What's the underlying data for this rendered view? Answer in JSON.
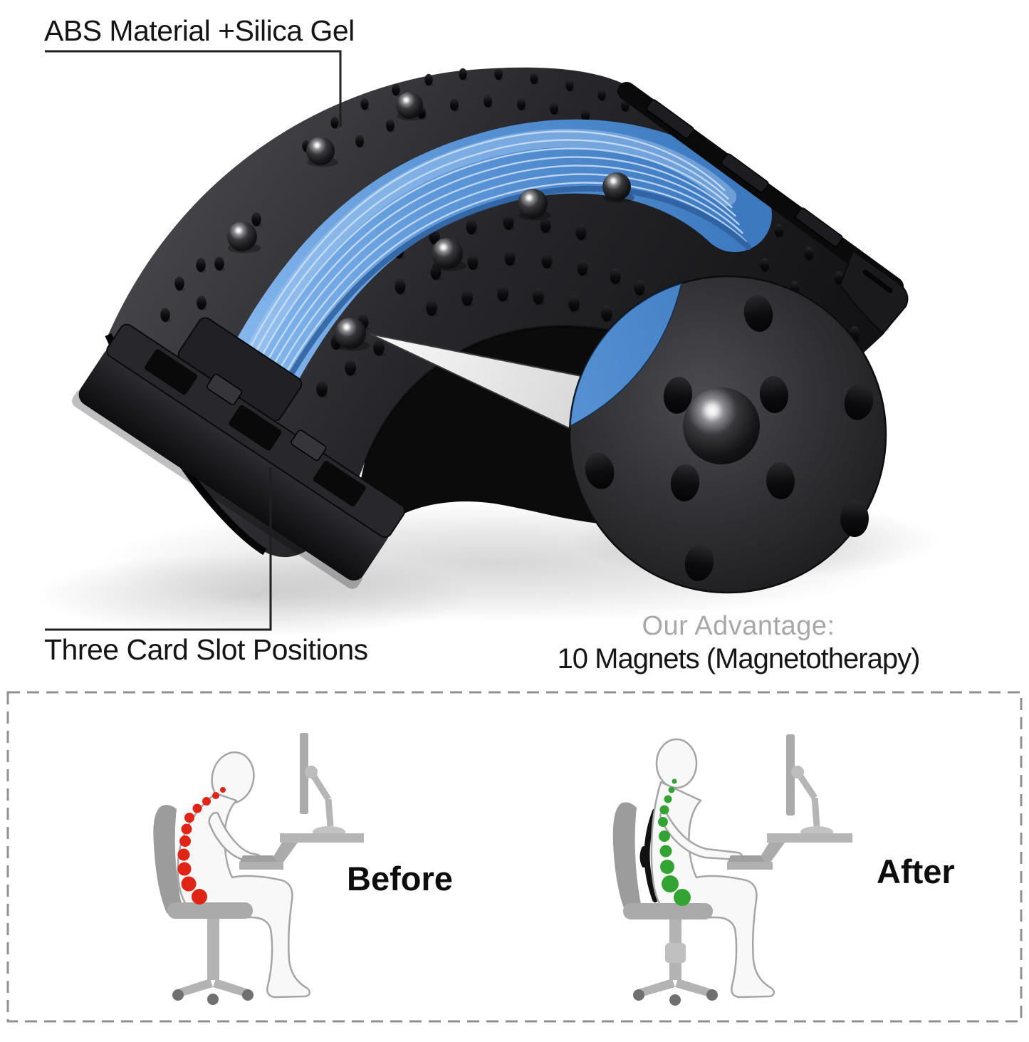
{
  "annotations": {
    "material_label": "ABS Material +Silica Gel",
    "card_slots_label": "Three Card Slot Positions",
    "advantage_heading": "Our Advantage:",
    "advantage_text": "10 Magnets (Magnetotherapy)"
  },
  "comparison": {
    "before_label": "Before",
    "after_label": "After"
  },
  "colors": {
    "product_black": "#1a1a1c",
    "accent_blue": "#5d97d8",
    "accent_blue_light": "#a9ccf2",
    "accent_blue_dark": "#2d5f9e",
    "spine_before_red": "#e02517",
    "spine_after_green": "#33a433",
    "illustration_gray": "#b5b5b5",
    "chair_gray": "#9c9c9c",
    "advantage_heading_gray": "#a8a8a8",
    "dashed_border_gray": "#909090",
    "callout_line_black": "#1f1f1f"
  }
}
